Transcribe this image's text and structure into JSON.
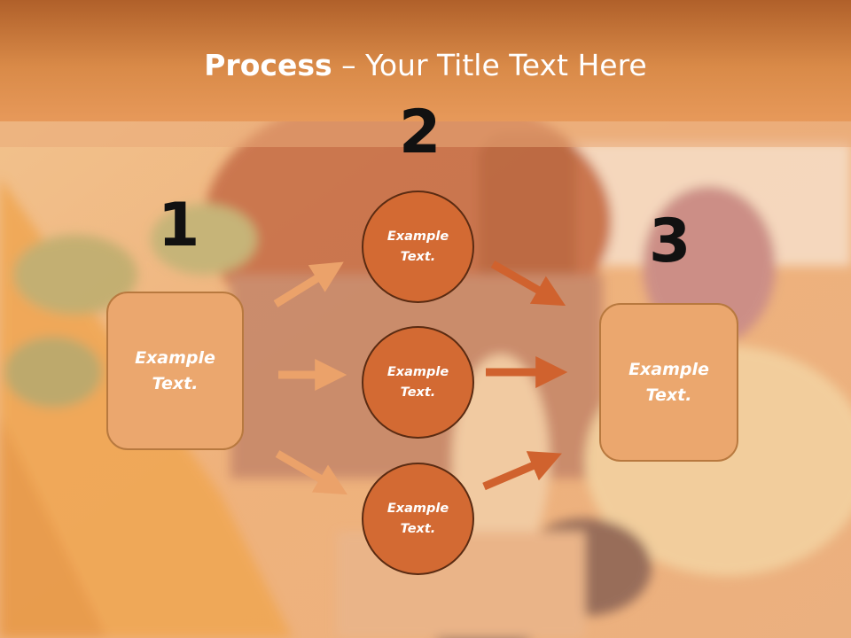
{
  "title": {
    "bold": "Process",
    "rest": " – Your Title Text Here"
  },
  "numbers": [
    "1",
    "2",
    "3"
  ],
  "boxes": {
    "left": "Example Text.",
    "right": "Example Text."
  },
  "circles": [
    "Example Text.",
    "Example Text.",
    "Example Text."
  ],
  "colors": {
    "header": "#d98a48",
    "box_fill": "#eba76e",
    "circle_fill": "#d36a33",
    "arrow_light": "#eba26a",
    "arrow_dark": "#d0622e"
  }
}
